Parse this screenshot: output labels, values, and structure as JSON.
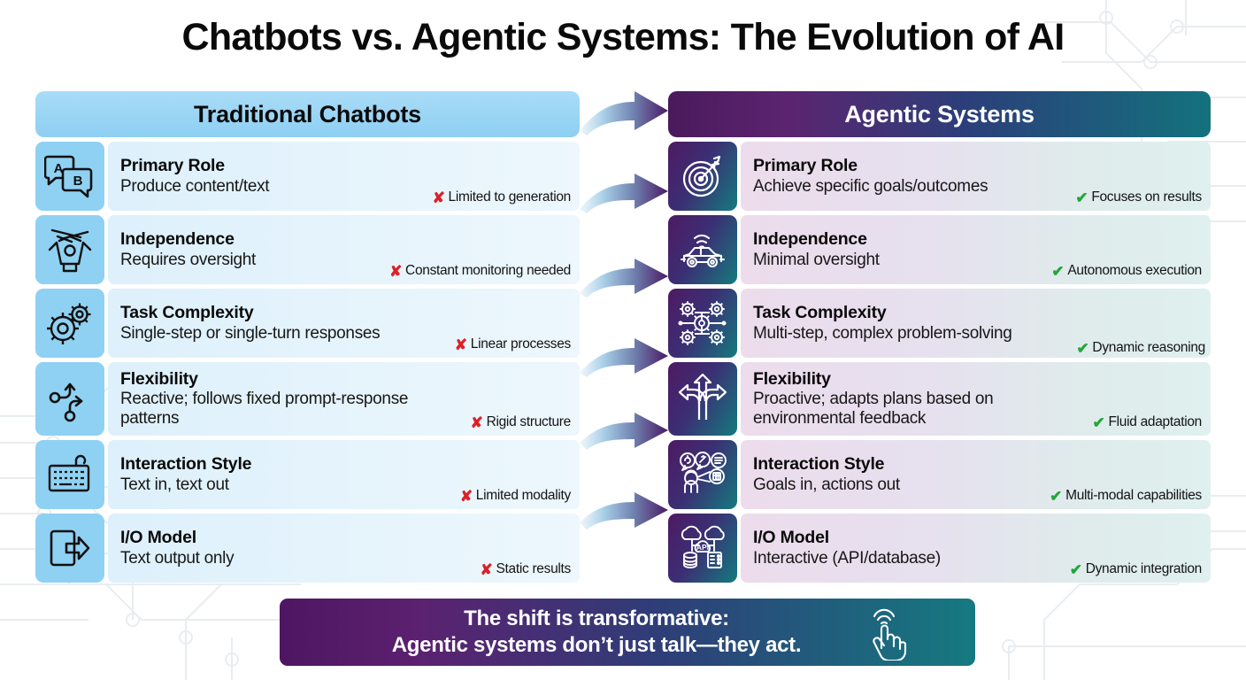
{
  "title": "Chatbots vs. Agentic Systems: The Evolution of AI",
  "columns": {
    "left": {
      "header": "Traditional Chatbots"
    },
    "right": {
      "header": "Agentic Systems"
    }
  },
  "left_rows": [
    {
      "icon": "chat-bubbles-ab-icon",
      "title": "Primary Role",
      "desc": "Produce content/text",
      "tag": "Limited to generation",
      "mark": "✘"
    },
    {
      "icon": "puppet-marionette-icon",
      "title": "Independence",
      "desc": "Requires oversight",
      "tag": "Constant monitoring needed",
      "mark": "✘"
    },
    {
      "icon": "two-gears-icon",
      "title": "Task Complexity",
      "desc": "Single-step or single-turn responses",
      "tag": "Linear processes",
      "mark": "✘"
    },
    {
      "icon": "branching-arrows-icon",
      "title": "Flexibility",
      "desc": "Reactive; follows fixed prompt-response patterns",
      "tag": "Rigid structure",
      "mark": "✘"
    },
    {
      "icon": "keyboard-icon",
      "title": "Interaction Style",
      "desc": "Text in, text out",
      "tag": "Limited modality",
      "mark": "✘"
    },
    {
      "icon": "export-arrow-icon",
      "title": "I/O Model",
      "desc": "Text output only",
      "tag": "Static results",
      "mark": "✘"
    }
  ],
  "right_rows": [
    {
      "icon": "target-dart-icon",
      "title": "Primary Role",
      "desc": "Achieve specific goals/outcomes",
      "tag": "Focuses on results",
      "mark": "✔"
    },
    {
      "icon": "autonomous-car-icon",
      "title": "Independence",
      "desc": "Minimal oversight",
      "tag": "Autonomous execution",
      "mark": "✔"
    },
    {
      "icon": "gear-network-icon",
      "title": "Task Complexity",
      "desc": "Multi-step, complex problem-solving",
      "tag": "Dynamic reasoning",
      "mark": "✔"
    },
    {
      "icon": "three-way-arrows-icon",
      "title": "Flexibility",
      "desc": "Proactive; adapts plans based on environmental feedback",
      "tag": "Fluid adaptation",
      "mark": "✔"
    },
    {
      "icon": "multimodal-user-icon",
      "title": "Interaction Style",
      "desc": "Goals in, actions out",
      "tag": "Multi-modal capabilities",
      "mark": "✔"
    },
    {
      "icon": "cloud-api-database-icon",
      "title": "I/O Model",
      "desc": "Interactive (API/database)",
      "tag": "Dynamic integration",
      "mark": "✔"
    }
  ],
  "banner": {
    "line1": "The shift is transformative:",
    "line2": "Agentic systems don’t just talk—they act.",
    "icon": "tap-hand-icon"
  },
  "colors": {
    "left_header_blue": "#8ecff3",
    "left_icon_blue": "#8fd1f2",
    "left_body_blue": "#e6f4fc",
    "right_purple": "#4e1a63",
    "right_teal": "#137b7e",
    "negative_red": "#dd2027",
    "positive_green": "#1fa838",
    "title_black": "#0a0a0a"
  }
}
